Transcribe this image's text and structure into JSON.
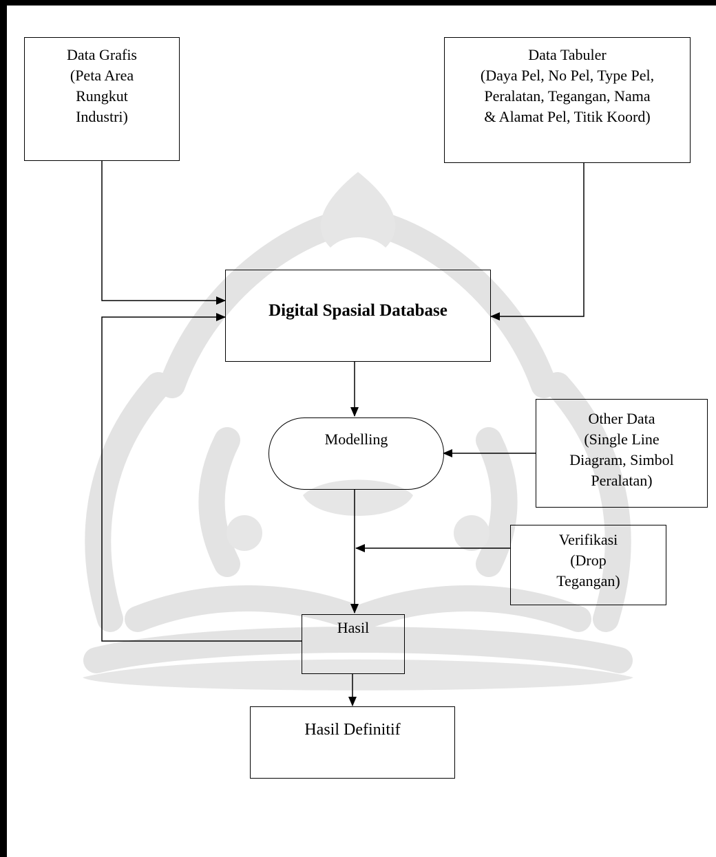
{
  "nodes": {
    "data_grafis": {
      "text": "Data Grafis\n(Peta Area\nRungkut\nIndustri)"
    },
    "data_tabuler": {
      "text": "Data Tabuler\n(Daya Pel, No Pel, Type Pel,\nPeralatan, Tegangan, Nama\n& Alamat Pel, Titik Koord)"
    },
    "digital_spasial_database": {
      "text": "Digital Spasial Database"
    },
    "modelling": {
      "text": "Modelling"
    },
    "other_data": {
      "text": "Other Data\n(Single Line\nDiagram, Simbol\nPeralatan)"
    },
    "verifikasi": {
      "text": "Verifikasi\n(Drop\nTegangan)"
    },
    "hasil": {
      "text": "Hasil"
    },
    "hasil_definitif": {
      "text": "Hasil Definitif"
    }
  },
  "colors": {
    "line": "#000000",
    "background": "#ffffff",
    "watermark": "#e6e6e6"
  },
  "edges": [
    {
      "from": "data_grafis",
      "to": "digital_spasial_database"
    },
    {
      "from": "data_tabuler",
      "to": "digital_spasial_database"
    },
    {
      "from": "digital_spasial_database",
      "to": "modelling"
    },
    {
      "from": "other_data",
      "to": "modelling"
    },
    {
      "from": "verifikasi",
      "to": "modelling-hasil-link"
    },
    {
      "from": "modelling",
      "to": "hasil"
    },
    {
      "from": "hasil",
      "to": "digital_spasial_database"
    },
    {
      "from": "hasil",
      "to": "hasil_definitif"
    }
  ]
}
